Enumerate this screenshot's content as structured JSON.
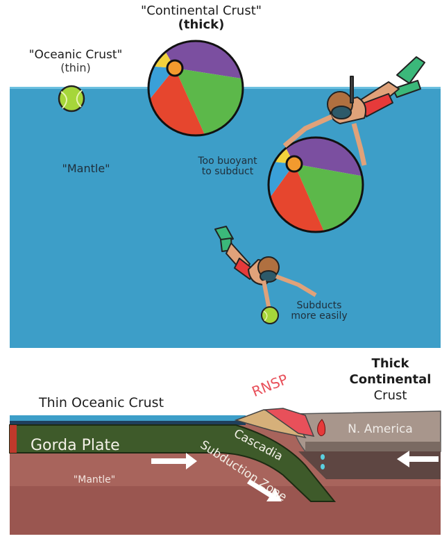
{
  "top": {
    "continental_label": "\"Continental Crust\"",
    "continental_sub": "(thick)",
    "oceanic_label": "\"Oceanic Crust\"",
    "oceanic_sub": "(thin)",
    "mantle_label": "\"Mantle\"",
    "buoyant_line1": "Too buoyant",
    "buoyant_line2": "to subduct",
    "subducts_line1": "Subducts",
    "subducts_line2": "more easily"
  },
  "bottom": {
    "thin_oceanic": "Thin Oceanic Crust",
    "rnsp": "RNSP",
    "thick_line1": "Thick",
    "thick_line2": "Continental",
    "thick_line3": "Crust",
    "n_america": "N. America",
    "gorda": "Gorda Plate",
    "mantle": "\"Mantle\"",
    "cascadia_line1": "Cascadia",
    "cascadia_line2": "Subduction Zone"
  },
  "colors": {
    "water": "#3d9ec8",
    "ball_red": "#e6462e",
    "ball_green": "#5cb84a",
    "ball_purple": "#7b4fa0",
    "ball_blue": "#3aa0d8",
    "ball_yellow": "#f2d23c",
    "tennis_ball": "#a6d63a",
    "plate": "#3e5a2a",
    "mantle": "#a8645c",
    "rnsp_pink": "#e8505a"
  }
}
